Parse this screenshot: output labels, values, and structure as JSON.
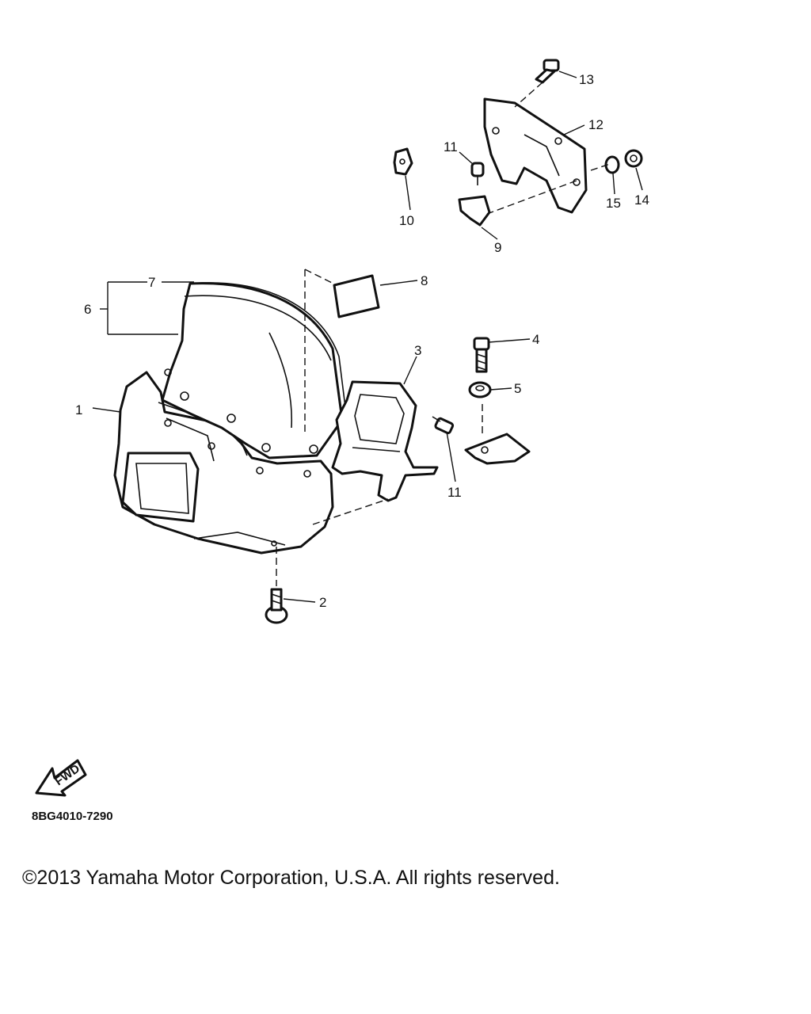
{
  "diagram": {
    "callouts": [
      "1",
      "2",
      "3",
      "4",
      "5",
      "6",
      "7",
      "8",
      "9",
      "10",
      "11",
      "11",
      "12",
      "13",
      "14",
      "15"
    ],
    "fwd_label": "FWD",
    "drawing_code": "8BG4010-7290"
  },
  "footer": {
    "copyright": "©2013 Yamaha Motor Corporation, U.S.A. All rights reserved."
  }
}
